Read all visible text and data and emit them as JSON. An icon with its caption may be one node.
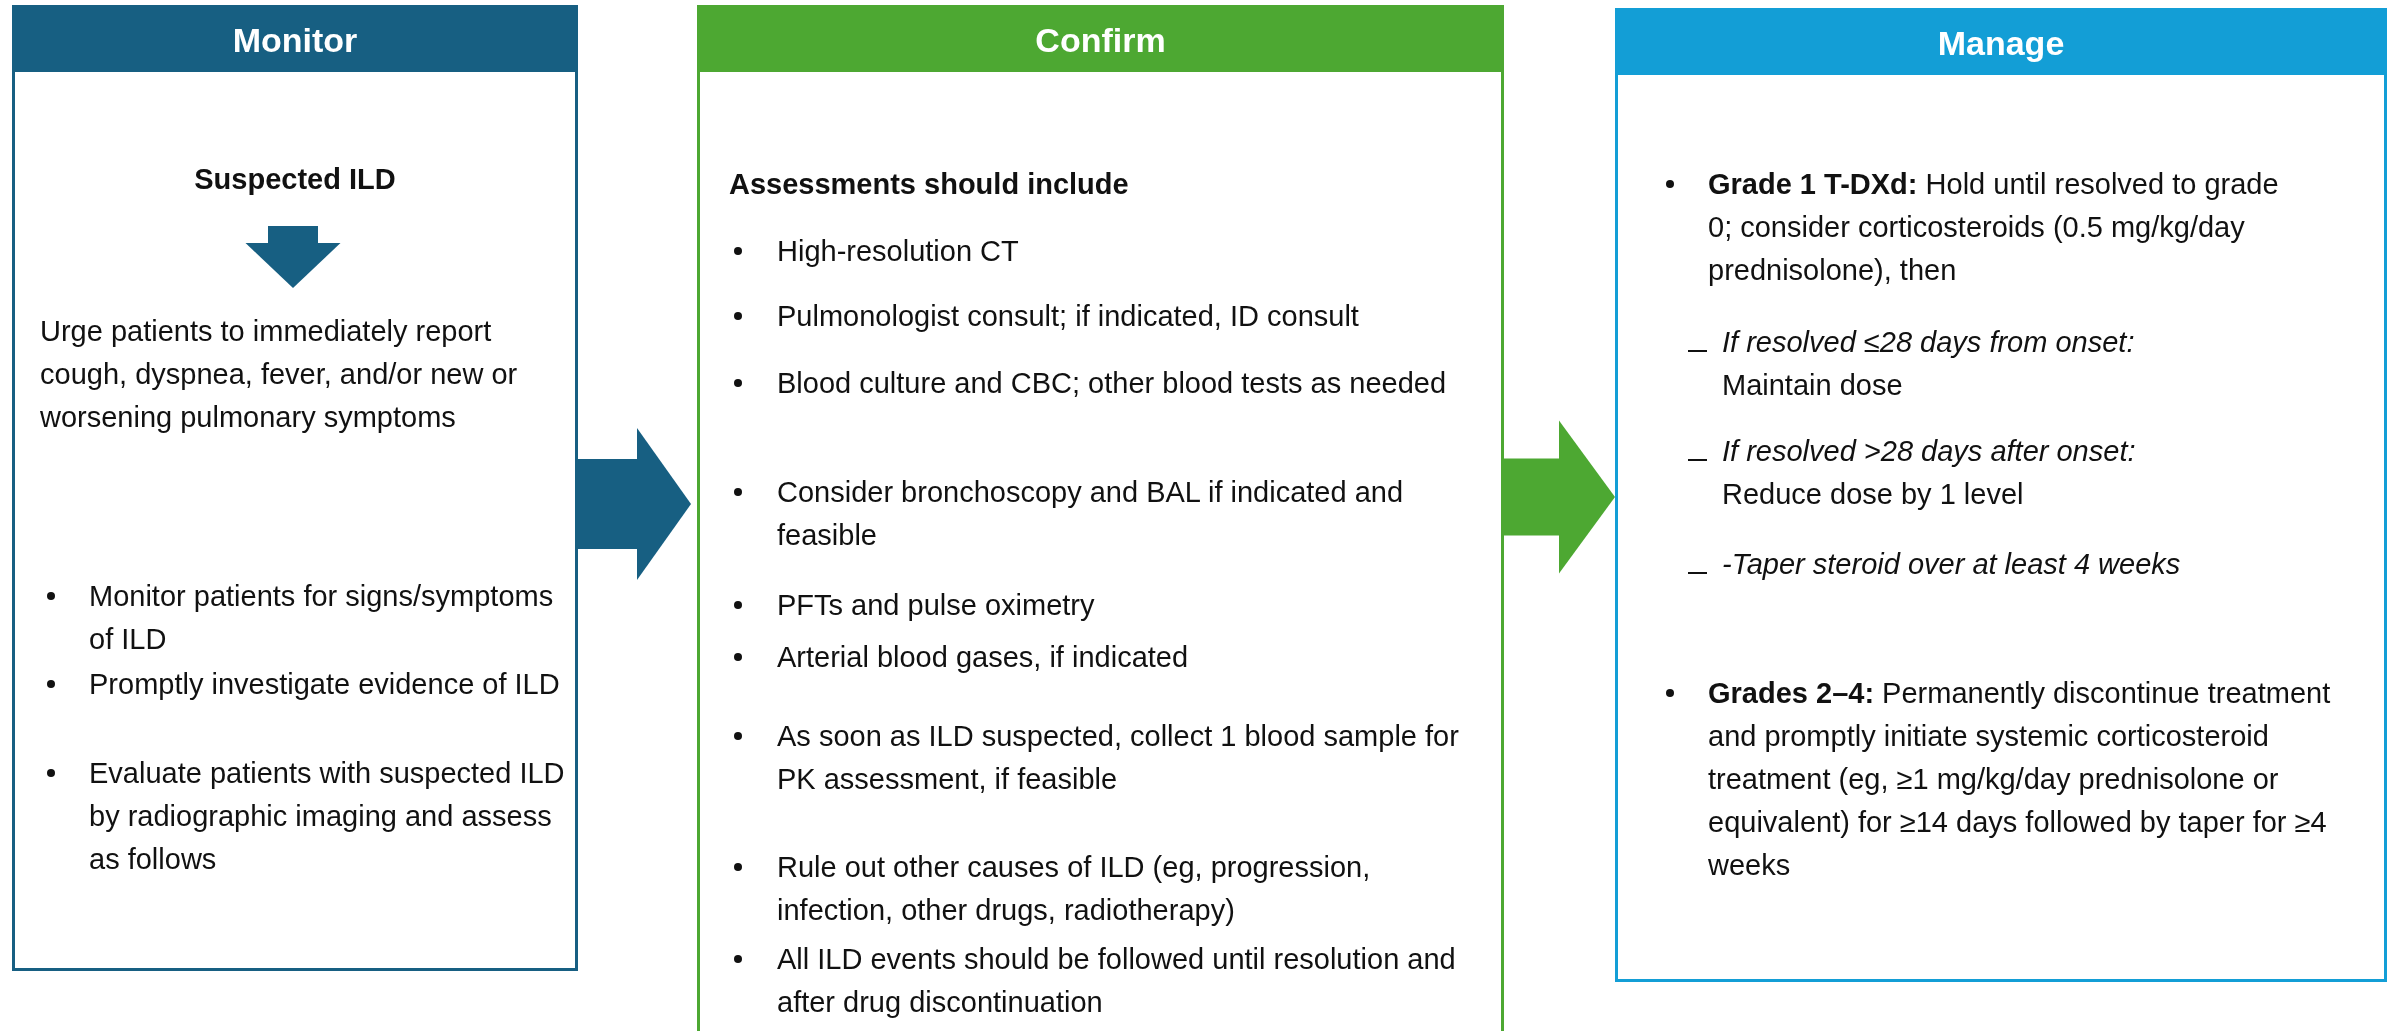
{
  "diagram": {
    "nodes": [
      {
        "text": [
          "Monitor",
          "Monitor patients for signs/symptoms of ILD",
          "Promptly investigate evidence of ILD",
          "Evaluate patients with suspected ILD by radiographic imaging and assess as follows"
        ]
      },
      {
        "text": [
          "Suspected ILD"
        ],
        "in": 0
      },
      {
        "text": [
          "Urge patients to immediately report cough, dyspnea, fever, and/or new or worsening pulmonary symptoms"
        ],
        "in": 0
      },
      {
        "text": [
          "Confirm",
          "Assessments should include",
          "High-resolution CT",
          "Pulmonologist consult; if indicated, ID consult",
          "Blood culture and CBC; other blood tests as needed",
          "Consider bronchoscopy and BAL if indicated and feasible",
          "PFTs and pulse oximetry",
          "Arterial blood gases, if indicated",
          "As soon as ILD suspected, collect 1 blood sample for PK assessment, if feasible",
          "Rule out other causes of ILD (eg, progression, infection, other drugs, radiotherapy)",
          "All ILD events should be followed until resolution and after drug discontinuation"
        ]
      },
      {
        "text": [
          "Manage",
          "**Grade 1 T-DXd:** Hold until resolved to grade 0; consider corticosteroids (0.5 mg/kg/day prednisolone), then",
          "*If resolved ≤28 days from onset:* Maintain dose",
          "*If resolved >28 days after onset:* Reduce dose by 1 level",
          "-Taper steroid over at least 4 weeks",
          "**Grades 2–4:** Permanently discontinue treatment and promptly initiate systemic corticosteroid treatment (eg, ≥1 mg/kg/day prednisolone or equivalent) for ≥14 days followed by taper for ≥4 weeks"
        ]
      }
    ],
    "edges": [
      {
        "from": 1,
        "to": 2,
        "arrow": "to"
      },
      {
        "from": 0,
        "to": 3,
        "arrow": "to"
      },
      {
        "from": 3,
        "to": 4,
        "arrow": "to",
        "color": "#4da832"
      }
    ]
  }
}
